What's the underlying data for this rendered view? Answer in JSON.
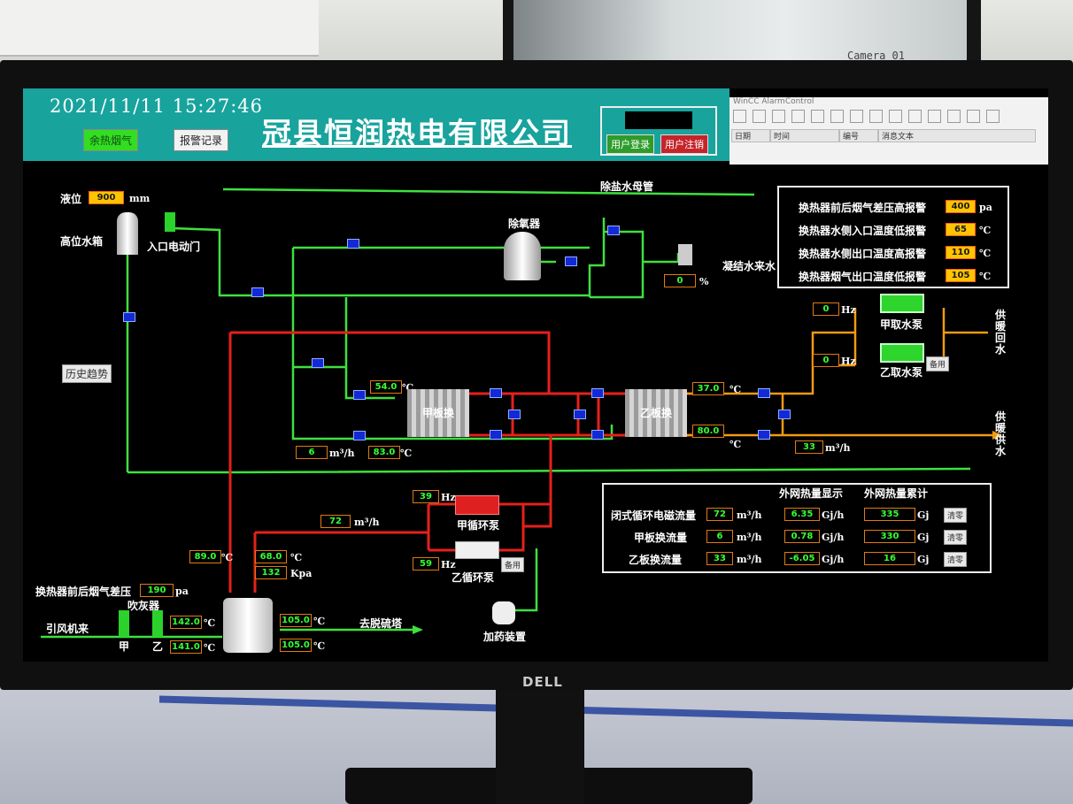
{
  "header": {
    "datetime": "2021/11/11  15:27:46",
    "company": "冠县恒润热电有限公司",
    "btn_waste_heat": "余热烟气",
    "btn_alarm_log": "报警记录",
    "btn_login": "用户登录",
    "btn_logout": "用户注销",
    "history_trend": "历史趋势"
  },
  "alarm_control": {
    "title": "WinCC AlarmControl",
    "columns": [
      "日期",
      "时间",
      "编号",
      "消息文本"
    ]
  },
  "labels": {
    "level": "液位",
    "high_tank": "高位水箱",
    "inlet_valve": "入口电动门",
    "demin_main": "除盐水母管",
    "deaerator": "除氧器",
    "condensate": "凝结水来水",
    "plate_a": "甲板换",
    "plate_b": "乙板换",
    "pump_a_water": "甲取水泵",
    "pump_b_water": "乙取水泵",
    "heat_return": "供暖回水",
    "heat_supply": "供暖供水",
    "circ_a": "甲循环泵",
    "circ_b": "乙循环泵",
    "dosing": "加药装置",
    "fan_in": "引风机来",
    "soot_blower": "吹灰器",
    "jia": "甲",
    "yi": "乙",
    "to_desulf": "去脱硫塔",
    "diff_press": "换热器前后烟气差压",
    "spare": "备用",
    "clear": "清零"
  },
  "units": {
    "mm": "mm",
    "percent": "%",
    "hz": "Hz",
    "celsius": "℃",
    "c": "℃",
    "flow": "m³/h",
    "kpa": "Kpa",
    "pa": "pa",
    "gjh": "Gj/h",
    "gj": "Gj"
  },
  "values": {
    "level": "900",
    "condensate_pct": "0",
    "pump_a_hz": "0",
    "pump_b_hz": "0",
    "plate_a_temp_in": "54.0",
    "plate_a_temp_out": "83.0",
    "plate_a_flow": "6",
    "plate_b_temp_top": "37.0",
    "plate_b_temp_bottom": "80.0",
    "supply_flow": "33",
    "circ_a_hz": "39",
    "circ_b_hz": "59",
    "circ_flow": "72",
    "flue_temp_left": "89.0",
    "water_temp": "68.0",
    "water_press": "132",
    "diff_press": "190",
    "blower_temp_a": "142.0",
    "blower_temp_b": "141.0",
    "out_temp_1": "105.0",
    "out_temp_2": "105.0"
  },
  "alarm_settings": {
    "rows": [
      {
        "label": "换热器前后烟气差压高报警",
        "value": "400",
        "unit": "pa"
      },
      {
        "label": "换热器水侧入口温度低报警",
        "value": "65",
        "unit": "℃"
      },
      {
        "label": "换热器水侧出口温度高报警",
        "value": "110",
        "unit": "℃"
      },
      {
        "label": "换热器烟气出口温度低报警",
        "value": "105",
        "unit": "℃"
      }
    ]
  },
  "heat_table": {
    "head_display": "外网热量显示",
    "head_total": "外网热量累计",
    "rows": [
      {
        "label": "闭式循环电磁流量",
        "flow": "72",
        "heat": "6.35",
        "total": "335"
      },
      {
        "label": "甲板换流量",
        "flow": "6",
        "heat": "0.78",
        "total": "330"
      },
      {
        "label": "乙板换流量",
        "flow": "33",
        "heat": "-6.05",
        "total": "16"
      }
    ]
  },
  "monitor": {
    "brand": "DELL",
    "camera_label": "Camera 01"
  }
}
